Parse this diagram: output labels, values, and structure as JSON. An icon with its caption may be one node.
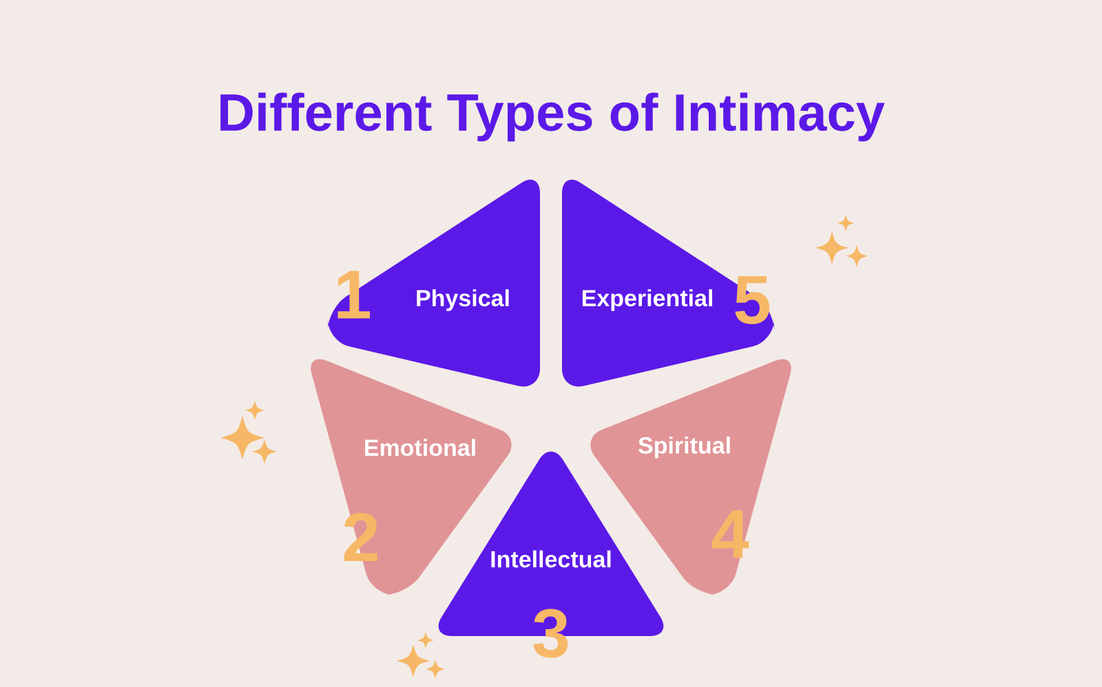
{
  "diagram": {
    "title": "Different Types of Intimacy",
    "nodes": [
      {
        "text": [
          "Physical"
        ]
      },
      {
        "text": [
          "Experiential"
        ]
      },
      {
        "text": [
          "Emotional"
        ]
      },
      {
        "text": [
          "Spiritual"
        ]
      },
      {
        "text": [
          "Intellectual"
        ]
      }
    ],
    "labels": [
      "1",
      "5",
      "2",
      "4",
      "3"
    ]
  }
}
